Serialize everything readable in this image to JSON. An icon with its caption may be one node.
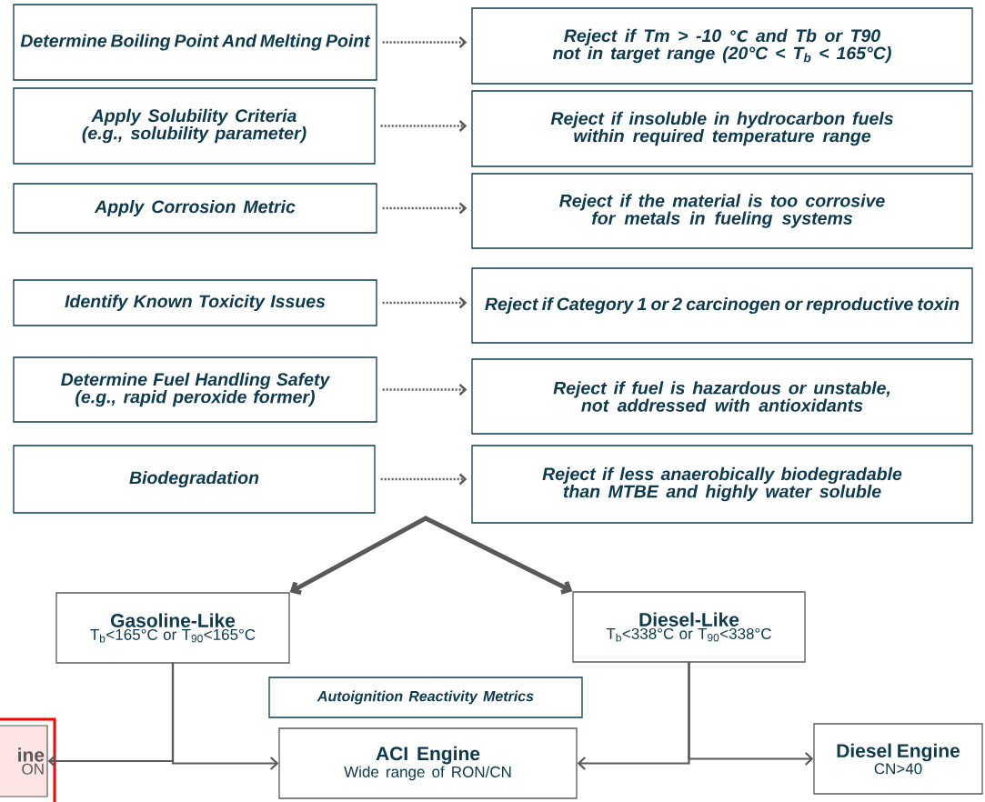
{
  "diagram": {
    "nodes": [
      {
        "text": [
          "Determine Boiling Point And Melting Point"
        ]
      },
      {
        "text": [
          "Reject if Tm > -10 ℃ and Tb or T90 not in target range (20°C < T$_{b}$ < 165°C)"
        ]
      },
      {
        "text": [
          "Apply Solubility Criteria (e.g., solubility parameter)"
        ]
      },
      {
        "text": [
          "Reject if insoluble in hydrocarbon fuels within required temperature range"
        ]
      },
      {
        "text": [
          "Apply Corrosion Metric"
        ]
      },
      {
        "text": [
          "Reject if the material is too corrosive for metals in fueling systems"
        ]
      },
      {
        "text": [
          "Identify Known Toxicity Issues"
        ]
      },
      {
        "text": [
          "Reject if Category 1 or 2 carcinogen or reproductive toxin"
        ]
      },
      {
        "text": [
          "Determine Fuel Handling Safety (e.g., rapid peroxide former)"
        ]
      },
      {
        "text": [
          "Reject if fuel is hazardous or unstable, not addressed with antioxidants"
        ]
      },
      {
        "text": [
          "Biodegradation"
        ]
      },
      {
        "text": [
          "Reject if less anaerobically biodegradable than MTBE and highly water soluble"
        ]
      },
      {
        "text": [
          "Gasoline-Like",
          "T$_{b}$<165°C or T$_{90}$<165°C"
        ]
      },
      {
        "text": [
          "Diesel-Like",
          "T$_{b}$<338°C or T$_{90}$<338°C"
        ]
      },
      {
        "text": [
          "Autoignition Reactivity Metrics"
        ]
      },
      {
        "text": [
          "ine",
          "ON"
        ]
      },
      {
        "text": [
          "ACI Engine",
          "Wide range of RON/CN"
        ]
      },
      {
        "text": [
          "Diesel Engine",
          "CN>40"
        ]
      }
    ],
    "edges": [
      {
        "from": 0,
        "to": 1,
        "arrow": "to",
        "style": "dashed"
      },
      {
        "from": 2,
        "to": 3,
        "arrow": "to",
        "style": "dashed"
      },
      {
        "from": 4,
        "to": 5,
        "arrow": "to",
        "style": "dashed"
      },
      {
        "from": 6,
        "to": 7,
        "arrow": "to",
        "style": "dashed"
      },
      {
        "from": 8,
        "to": 9,
        "arrow": "to",
        "style": "dashed"
      },
      {
        "from": 10,
        "to": 11,
        "arrow": "to",
        "style": "dashed"
      },
      {
        "from": null,
        "to": 12,
        "arrow": "to",
        "style": "thick"
      },
      {
        "from": null,
        "to": 13,
        "arrow": "to",
        "style": "thick"
      },
      {
        "from": 12,
        "to": 15,
        "arrow": "to"
      },
      {
        "from": 12,
        "to": 16,
        "arrow": "to"
      },
      {
        "from": 13,
        "to": 16,
        "arrow": "to"
      },
      {
        "from": 13,
        "to": 17,
        "arrow": "to"
      }
    ]
  }
}
